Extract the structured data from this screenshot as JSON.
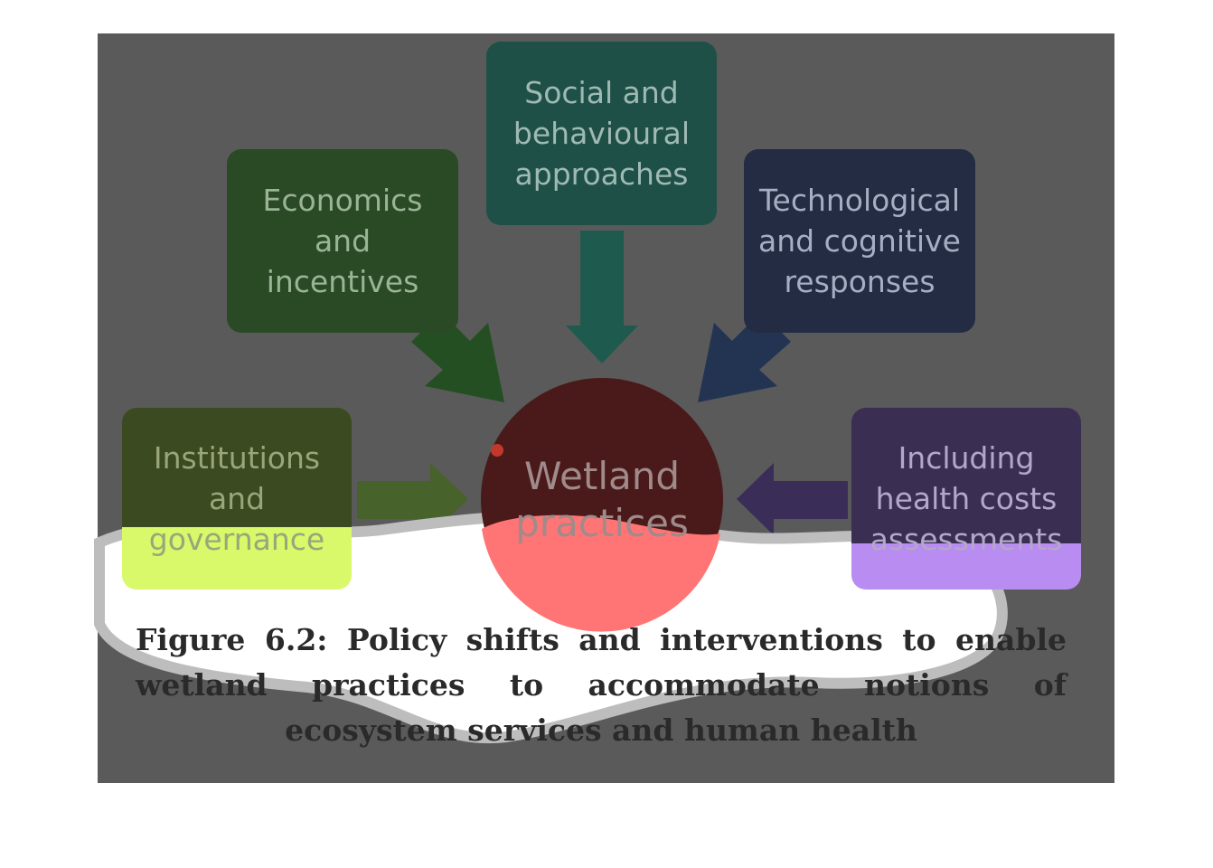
{
  "diagram": {
    "center": {
      "label": "Wetland\npractices",
      "color": "#ff7575"
    },
    "nodes": [
      {
        "id": "economics",
        "label": "Economics\nand\nincentives",
        "color": "#2f6a2a"
      },
      {
        "id": "social",
        "label": "Social and\nbehavioural\napproaches",
        "color": "#2a7a6b"
      },
      {
        "id": "technological",
        "label": "Technological\nand cognitive\nresponses",
        "color": "#2b3f66"
      },
      {
        "id": "institutions",
        "label": "Institutions\nand\ngovernance",
        "color": "#d9f86a"
      },
      {
        "id": "health",
        "label": "Including\nhealth costs\nassessments",
        "color": "#b88cf0"
      }
    ]
  },
  "caption": {
    "text": "Figure 6.2: Policy shifts and interventions to enable wetland practices to accommodate notions of ecosystem services and human health"
  }
}
